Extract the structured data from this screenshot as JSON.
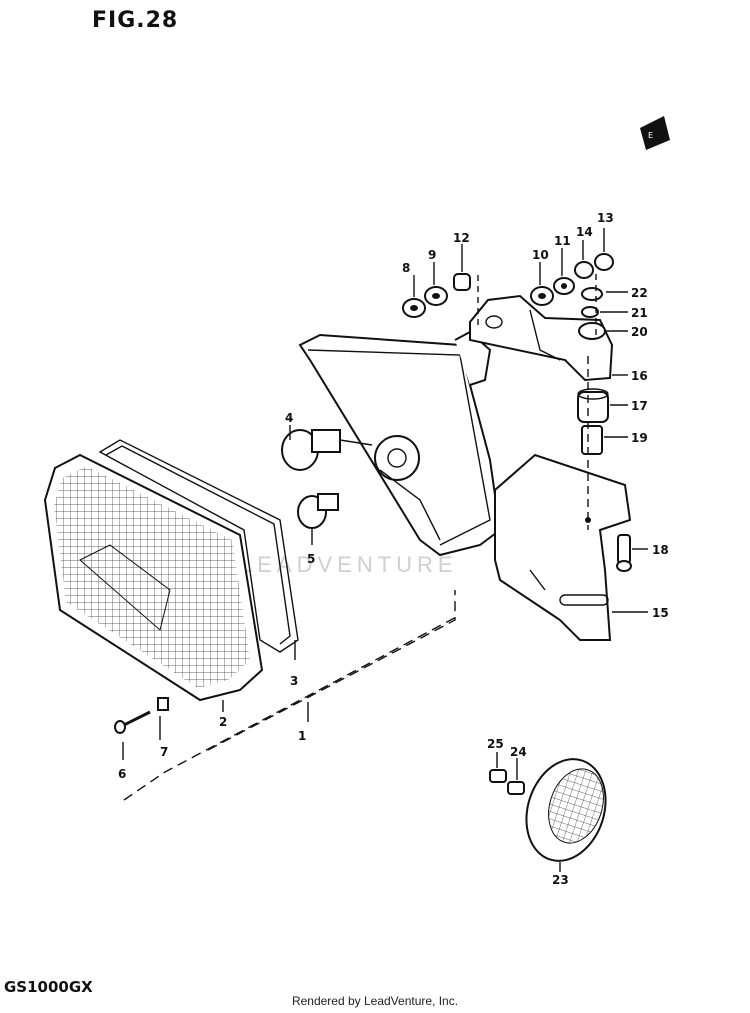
{
  "figure": {
    "title": "FIG.28",
    "model": "GS1000GX",
    "footer": "Rendered by LeadVenture, Inc.",
    "watermark": "LEADVENTURE"
  },
  "callouts": [
    "1",
    "2",
    "3",
    "4",
    "5",
    "6",
    "7",
    "8",
    "9",
    "10",
    "11",
    "12",
    "13",
    "14",
    "15",
    "16",
    "17",
    "18",
    "19",
    "20",
    "21",
    "22",
    "23",
    "24",
    "25"
  ]
}
